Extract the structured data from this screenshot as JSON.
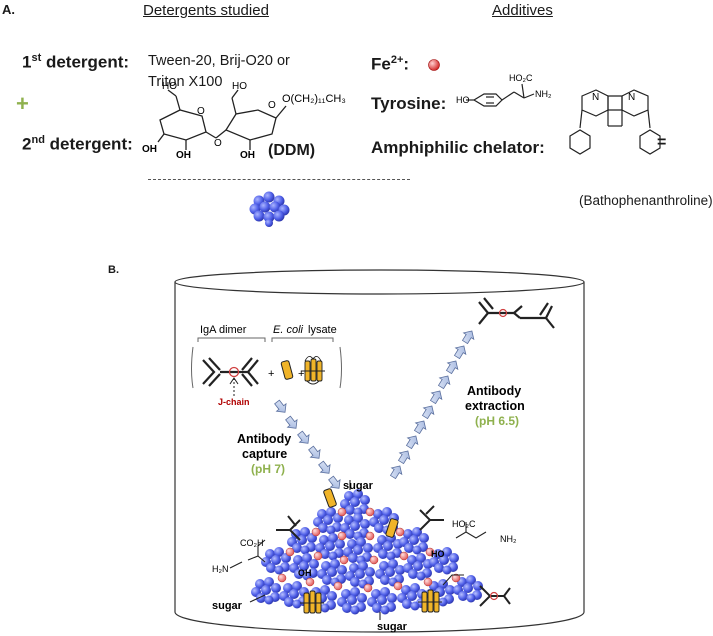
{
  "panel_a": {
    "label": "A.",
    "header_detergents": "Detergents studied",
    "header_additives": "Additives",
    "first_detergent": {
      "label_num": "1",
      "label_sup": "st",
      "label_rest": " detergent:",
      "value_line1": "Tween-20, Brij-O20 or",
      "value_line2": "Triton X100"
    },
    "plus": "+",
    "second_detergent": {
      "label_num": "2",
      "label_sup": "nd",
      "label_rest": " detergent:",
      "chain": "O(CH₂)₁₁CH₃",
      "abbrev": "(DDM)"
    },
    "ddm_atoms": {
      "oh1": "HO",
      "oh2": "HO",
      "oh3": "OH",
      "oh4": "OH",
      "oh5": "OH",
      "o1": "O",
      "o2": "O",
      "o3": "O"
    },
    "fe": {
      "label": "Fe",
      "sup": "2+",
      "colon": ":"
    },
    "tyrosine": {
      "label": "Tyrosine:",
      "ho2c": "HO₂C",
      "nh2": "NH₂",
      "ho": "HO"
    },
    "chelator": {
      "label": "Amphiphilic chelator:",
      "equals": "=",
      "name": "(Bathophenanthroline)",
      "n1": "N",
      "n2": "N"
    }
  },
  "panel_b": {
    "label": "B.",
    "iga_dimer": "IgA dimer",
    "ecoli_italic": "E. coli",
    "ecoli_rest": " lysate",
    "plus1": "+",
    "plus2": "+",
    "jchain": "J-chain",
    "capture_line1": "Antibody",
    "capture_line2": "capture",
    "capture_ph": "(pH 7)",
    "extraction_line1": "Antibody",
    "extraction_line2": "extraction",
    "extraction_ph": "(pH 6.5)",
    "sugar_top": "sugar",
    "sugar_left": "sugar",
    "sugar_bottom": "sugar",
    "co2h": "CO₂H",
    "h2n": "H₂N",
    "oh_mid": "OH",
    "ho_right": "HO",
    "ho2c_right": "HO₂C",
    "nh2_right": "NH₂"
  },
  "colors": {
    "micelle": "#5566ee",
    "iron": "#e05050",
    "lysate": "#f0b429",
    "green": "#8fb14e",
    "jchain": "#b00000"
  }
}
